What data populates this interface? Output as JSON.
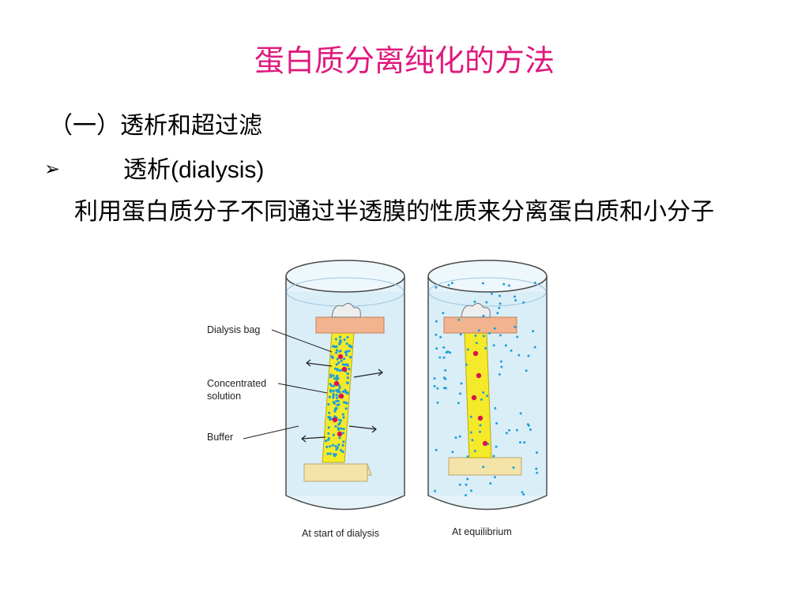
{
  "slide": {
    "title": "蛋白质分离纯化的方法",
    "subheading": "（一）透析和超过滤",
    "bullet": {
      "glyph": "➢",
      "text_zh": "透析",
      "text_en": "(dialysis)"
    },
    "body": "利用蛋白质分子不同通过半透膜的性质来分离蛋白质和小分子"
  },
  "figure": {
    "labels": {
      "dialysis_bag": "Dialysis bag",
      "concentrated_1": "Concentrated",
      "concentrated_2": "solution",
      "buffer": "Buffer",
      "start": "At start of dialysis",
      "equilibrium": "At equilibrium"
    },
    "colors": {
      "title": "#e0197d",
      "solution": "#f4ea2a",
      "buffer": "#d6ecf7",
      "clip": "#f2b48e",
      "stand": "#f3e3a8",
      "small_dot": "#1f9fd6",
      "protein_dot": "#d9134f"
    }
  }
}
